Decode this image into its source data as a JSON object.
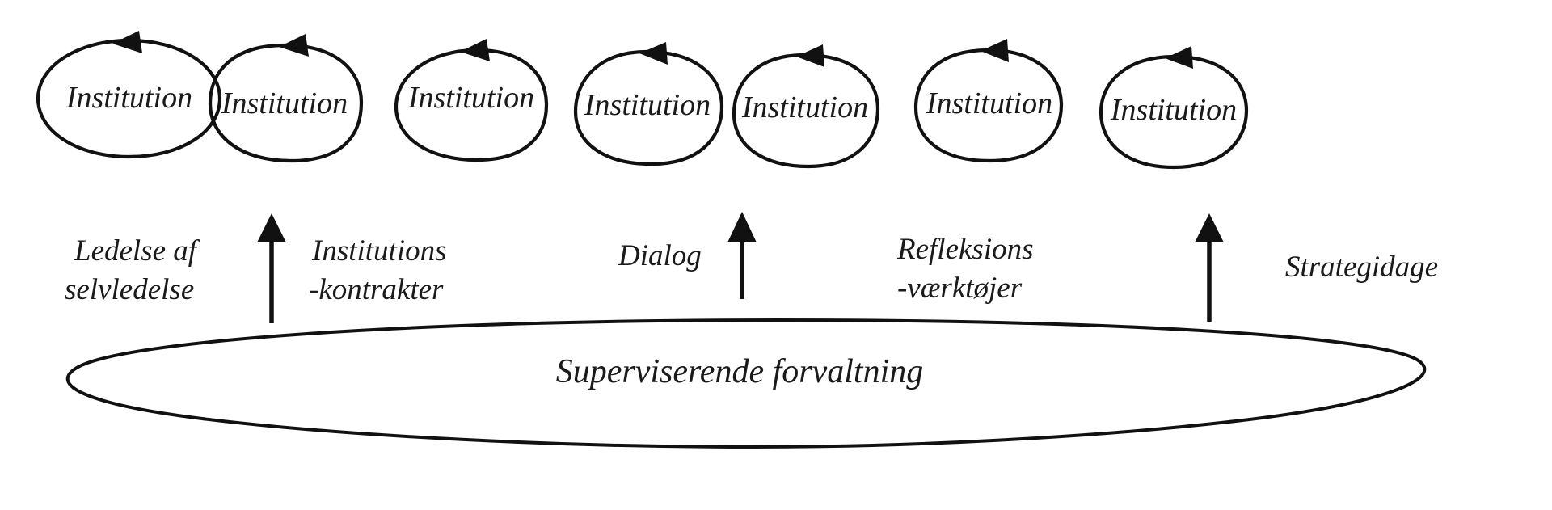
{
  "diagram": {
    "title": "Superviserende forvaltning",
    "language": "da",
    "background_color": "#ffffff",
    "stroke_color": "#111111",
    "text_color": "#1a1a1a",
    "platform": {
      "label": "Superviserende forvaltning",
      "shape": "ellipse"
    },
    "institutions": [
      {
        "label": "Institution",
        "loop_icon": "self-loop-arrow-icon"
      },
      {
        "label": "Institution",
        "loop_icon": "self-loop-arrow-icon"
      },
      {
        "label": "Institution",
        "loop_icon": "self-loop-arrow-icon"
      },
      {
        "label": "Institution",
        "loop_icon": "self-loop-arrow-icon"
      },
      {
        "label": "Institution",
        "loop_icon": "self-loop-arrow-icon"
      },
      {
        "label": "Institution",
        "loop_icon": "self-loop-arrow-icon"
      },
      {
        "label": "Institution",
        "loop_icon": "self-loop-arrow-icon"
      }
    ],
    "connector_labels": [
      {
        "line1": "Ledelse af",
        "line2": "selvledelse"
      },
      {
        "line1": "Institutions",
        "line2": "-kontrakter"
      },
      {
        "line1": "Dialog",
        "line2": ""
      },
      {
        "line1": "Refleksions",
        "line2": "-værktøjer"
      },
      {
        "line1": "Strategidage",
        "line2": ""
      }
    ],
    "arrows": [
      {
        "name": "arrow-1",
        "direction": "up"
      },
      {
        "name": "arrow-2",
        "direction": "up"
      },
      {
        "name": "arrow-3",
        "direction": "up"
      }
    ]
  }
}
